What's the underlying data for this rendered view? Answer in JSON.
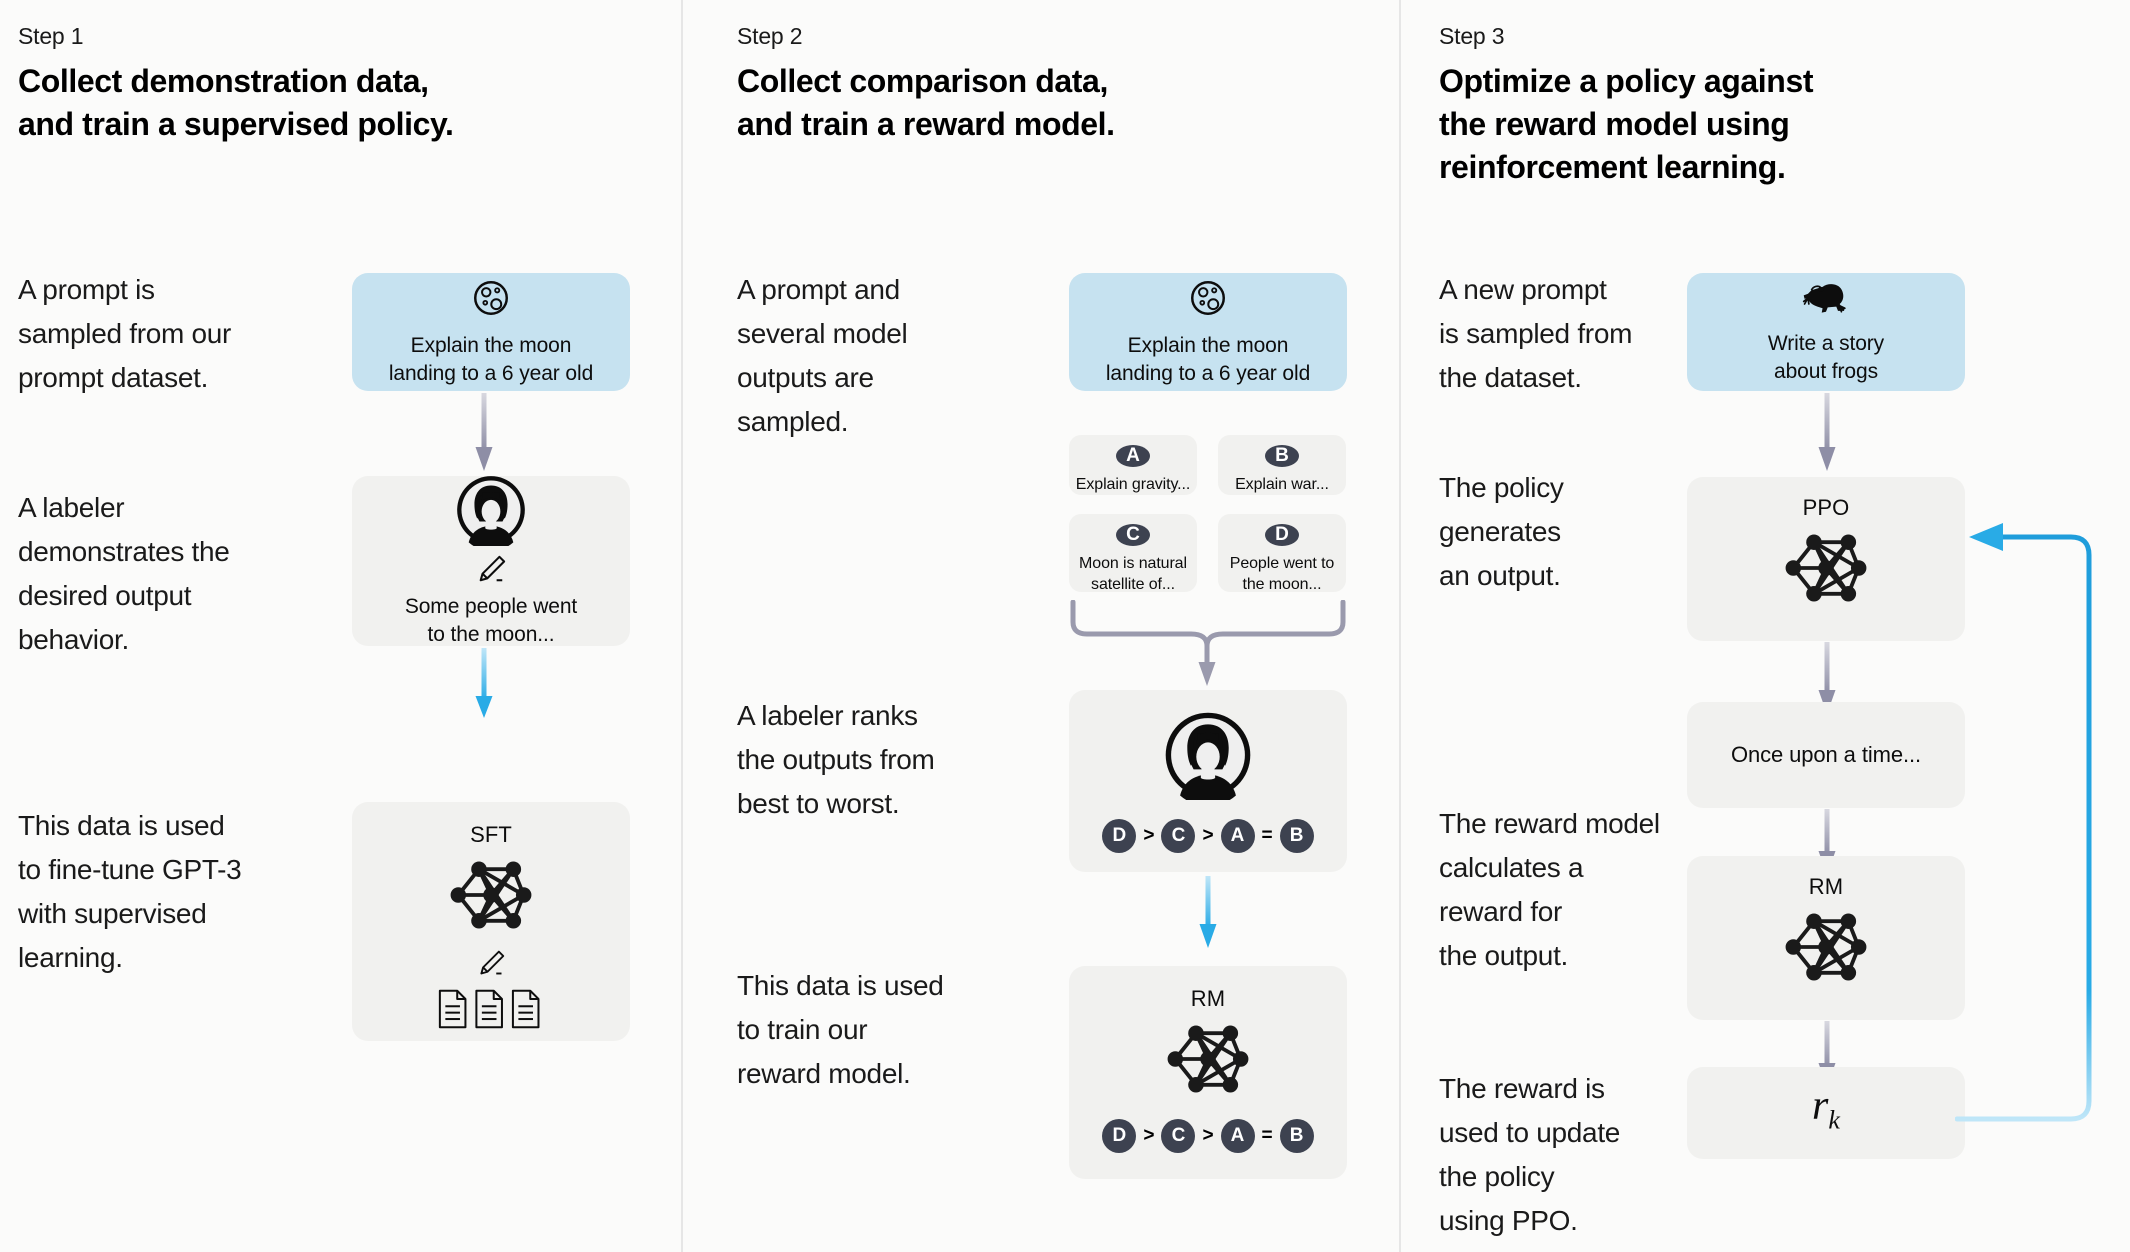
{
  "theme": {
    "background": "#fbfbfa",
    "card_gray": "#f1f1ef",
    "card_blue": "#c6e2f0",
    "badge_dark": "#3d4250",
    "arrow_gray": "#9a9aad",
    "arrow_blue": "#29abe6",
    "divider": "#e6e6e6"
  },
  "columns": [
    {
      "step_label": "Step 1",
      "title": "Collect demonstration data,\nand train a supervised policy.",
      "paragraphs": [
        "A prompt is\nsampled from our\nprompt dataset.",
        "A labeler\ndemonstrates the\ndesired output\nbehavior.",
        "This data is used\nto fine-tune GPT-3\nwith supervised\nlearning."
      ],
      "cards": {
        "prompt": {
          "icon": "moon-icon",
          "text": "Explain the moon\nlanding to a 6 year old"
        },
        "labeler": {
          "icon": "labeler-avatar-icon",
          "sub_icon": "pencil-icon",
          "text": "Some people went\nto the moon..."
        },
        "model": {
          "title": "SFT",
          "icon": "neural-network-icon",
          "sub_icon": "pencil-icon",
          "docs_icon": "documents-icon"
        }
      }
    },
    {
      "step_label": "Step 2",
      "title": "Collect comparison data,\nand train a reward model.",
      "paragraphs": [
        "A prompt and\nseveral model\noutputs are\nsampled.",
        "A labeler ranks\nthe outputs from\nbest to worst.",
        "This data is used\nto train our\nreward model."
      ],
      "cards": {
        "prompt": {
          "icon": "moon-icon",
          "text": "Explain the moon\nlanding to a 6 year old"
        },
        "outputs": [
          {
            "badge": "A",
            "text": "Explain gravity..."
          },
          {
            "badge": "B",
            "text": "Explain war..."
          },
          {
            "badge": "C",
            "text": "Moon is natural\nsatellite of..."
          },
          {
            "badge": "D",
            "text": "People went to\nthe moon..."
          }
        ],
        "ranking": {
          "icon": "labeler-avatar-icon",
          "ranking": [
            "D",
            ">",
            "C",
            ">",
            "A",
            "=",
            "B"
          ]
        },
        "reward_model": {
          "title": "RM",
          "icon": "neural-network-icon",
          "ranking": [
            "D",
            ">",
            "C",
            ">",
            "A",
            "=",
            "B"
          ]
        }
      }
    },
    {
      "step_label": "Step 3",
      "title": "Optimize a policy against\nthe reward model using\nreinforcement learning.",
      "paragraphs": [
        "A new prompt\nis sampled from\nthe dataset.",
        "The policy\ngenerates\nan output.",
        "The reward model\ncalculates a\nreward for\nthe output.",
        "The reward is\nused to update\nthe policy\nusing PPO."
      ],
      "cards": {
        "prompt": {
          "icon": "frog-icon",
          "text": "Write a story\nabout frogs"
        },
        "policy": {
          "title": "PPO",
          "icon": "neural-network-icon"
        },
        "output": {
          "text": "Once upon a time..."
        },
        "reward_model": {
          "title": "RM",
          "icon": "neural-network-icon"
        },
        "reward": {
          "symbol": "r",
          "subscript": "k"
        }
      },
      "feedback_loop": {
        "name": "ppo-update-loop",
        "color": "#29abe6"
      }
    }
  ]
}
